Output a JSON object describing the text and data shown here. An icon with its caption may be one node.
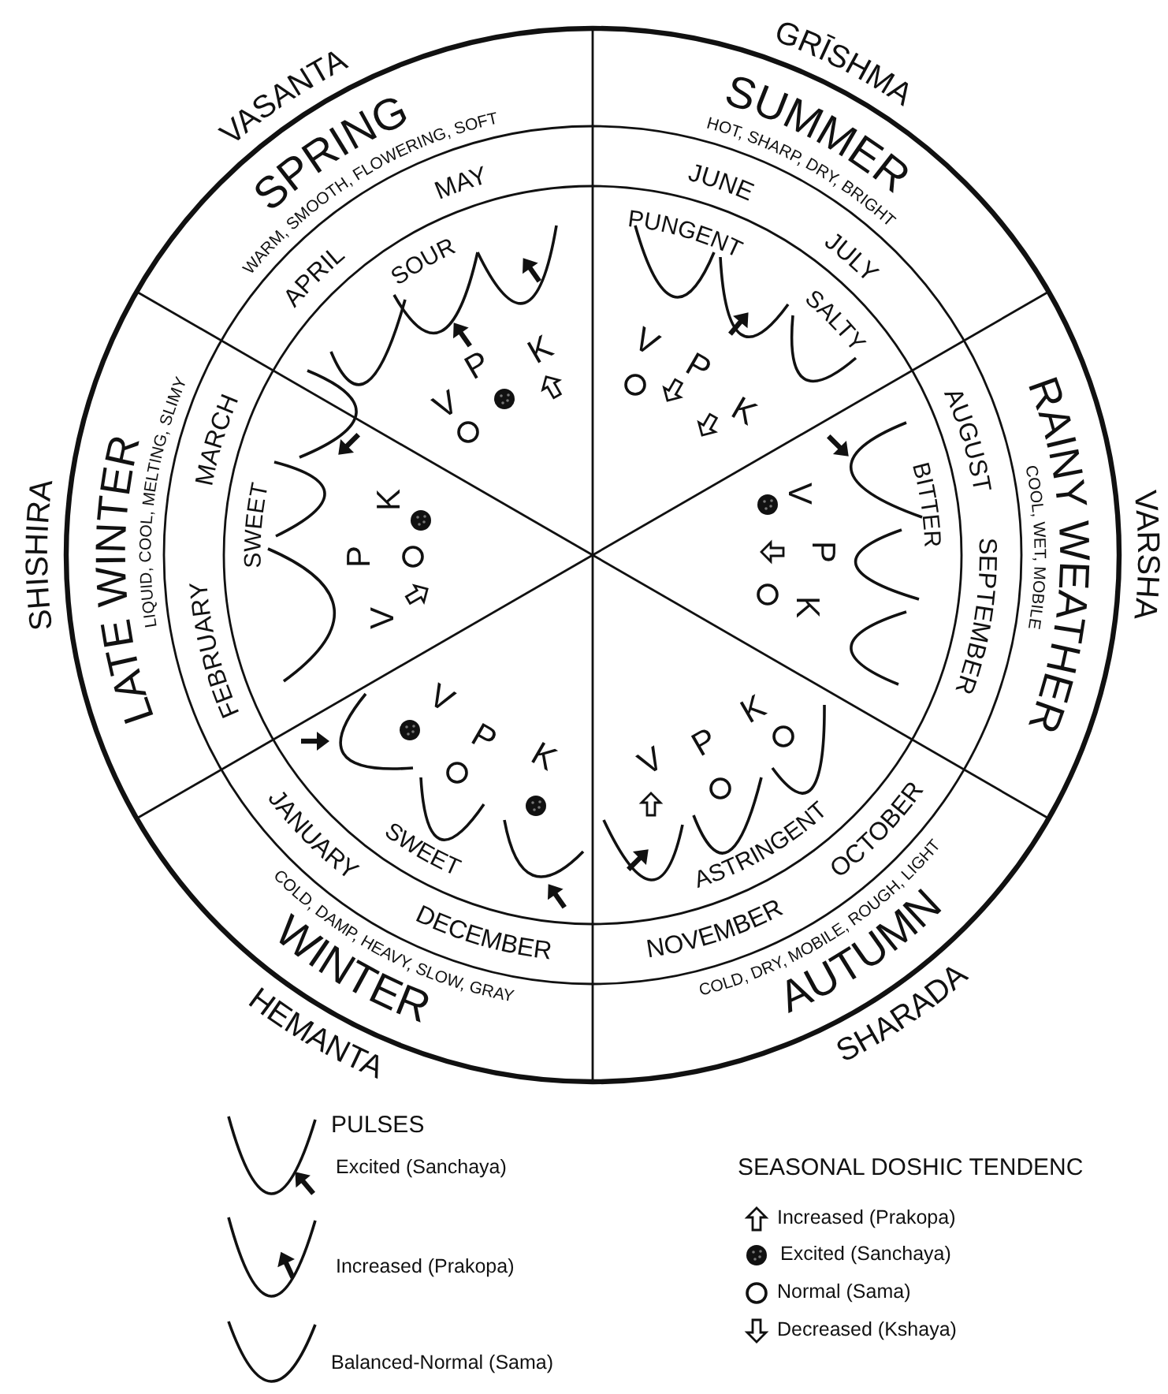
{
  "diagram": {
    "labels": [
      "VASANTA",
      "SPRING",
      "WARM, SMOOTH, FLOWERING, SOFT",
      "APRIL",
      "MAY",
      "SOUR",
      "V",
      "P",
      "K",
      "GRĪSHMA",
      "SUMMER",
      "HOT, SHARP, DRY, BRIGHT",
      "JUNE",
      "JULY",
      "PUNGENT",
      "SALTY",
      "V",
      "P",
      "K",
      "VARSHA",
      "RAINY WEATHER",
      "COOL, WET, MOBILE",
      "AUGUST",
      "SEPTEMBER",
      "BITTER",
      "V",
      "P",
      "K",
      "SHARADA",
      "AUTUMN",
      "COLD, DRY, MOBILE, ROUGH, LIGHT",
      "OCTOBER",
      "NOVEMBER",
      "ASTRINGENT",
      "V",
      "P",
      "K",
      "HEMANTA",
      "WINTER",
      "COLD, DAMP, HEAVY, SLOW, GRAY",
      "DECEMBER",
      "JANUARY",
      "SWEET",
      "V",
      "P",
      "K",
      "SHISHIRA",
      "LATE WINTER",
      "LIQUID, COOL, MELTING, SLIMY",
      "FEBRUARY",
      "MARCH",
      "SWEET",
      "V",
      "P",
      "K",
      "PULSES",
      "SEASONAL DOSHIC TENDENC"
    ],
    "legend": [
      {
        "text": "Excited (Sanchaya)"
      },
      {
        "text": "Increased (Prakopa)"
      },
      {
        "text": "Balanced-Normal (Sama)"
      },
      {
        "text": "Increased (Prakopa)"
      },
      {
        "text": "Excited (Sanchaya)"
      },
      {
        "text": "Normal (Sama)"
      },
      {
        "text": "Decreased (Kshaya)"
      }
    ]
  }
}
